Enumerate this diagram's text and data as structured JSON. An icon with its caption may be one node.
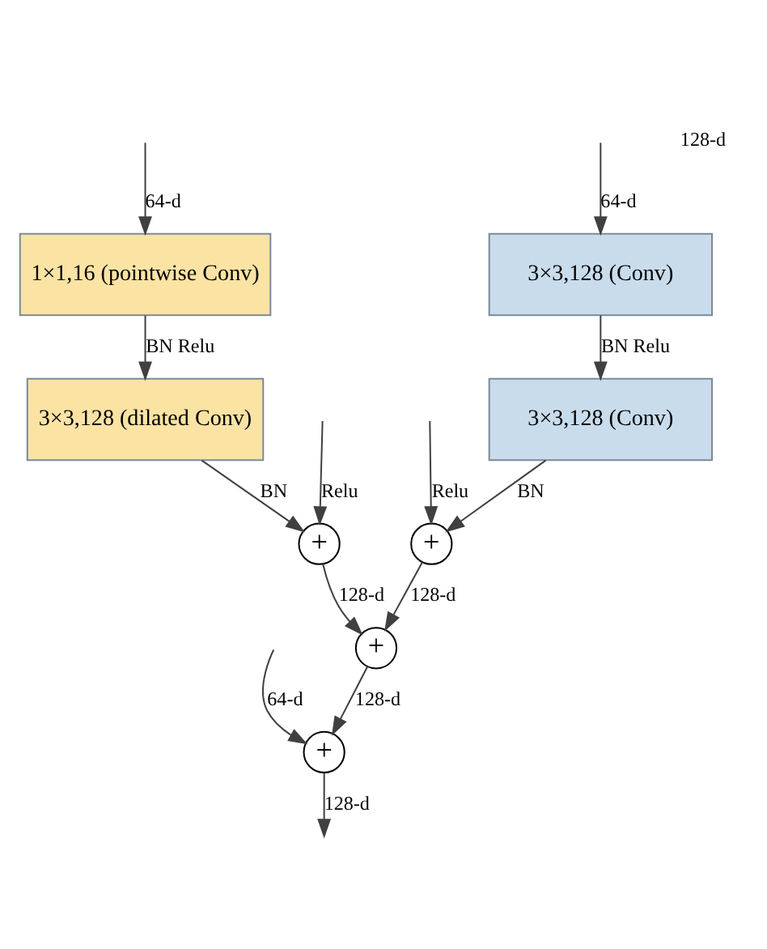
{
  "diagram": {
    "nodes": [
      {
        "text": [
          "3×3,128 (Conv)"
        ]
      },
      {
        "text": [
          "3×3,128 (Conv)"
        ]
      },
      {
        "text": [
          "+"
        ]
      },
      {
        "text": [
          "1×1,16 (pointwise Conv)"
        ]
      },
      {
        "text": [
          "3×3,128 (dilated Conv)"
        ]
      },
      {
        "text": [
          "+"
        ]
      },
      {
        "text": [
          "+"
        ]
      },
      {
        "text": [
          "+"
        ]
      }
    ],
    "edges": [
      {
        "from": null,
        "to": 0,
        "arrow": "to",
        "label": "64-d"
      },
      {
        "from": 0,
        "to": 1,
        "arrow": "to",
        "label": "BN Relu"
      },
      {
        "from": 1,
        "to": 2,
        "arrow": "to",
        "label": "BN"
      },
      {
        "from": null,
        "to": 2,
        "arrow": "to",
        "label": "Relu"
      },
      {
        "from": null,
        "to": 3,
        "arrow": "to",
        "label": "64-d"
      },
      {
        "from": 3,
        "to": 4,
        "arrow": "to",
        "label": "BN Relu"
      },
      {
        "from": 4,
        "to": 5,
        "arrow": "to",
        "label": "BN"
      },
      {
        "from": null,
        "to": 5,
        "arrow": "to",
        "label": "Relu"
      },
      {
        "from": 2,
        "to": 6,
        "arrow": "to",
        "label": "128-d"
      },
      {
        "from": 5,
        "to": 6,
        "arrow": "to",
        "label": "128-d"
      },
      {
        "from": 6,
        "to": 7,
        "arrow": "to",
        "label": "128-d"
      },
      {
        "from": null,
        "to": 7,
        "arrow": "to",
        "label": "64-d"
      },
      {
        "from": 7,
        "to": null,
        "arrow": "to",
        "label": "128-d"
      }
    ],
    "labels": [
      "128-d"
    ]
  }
}
